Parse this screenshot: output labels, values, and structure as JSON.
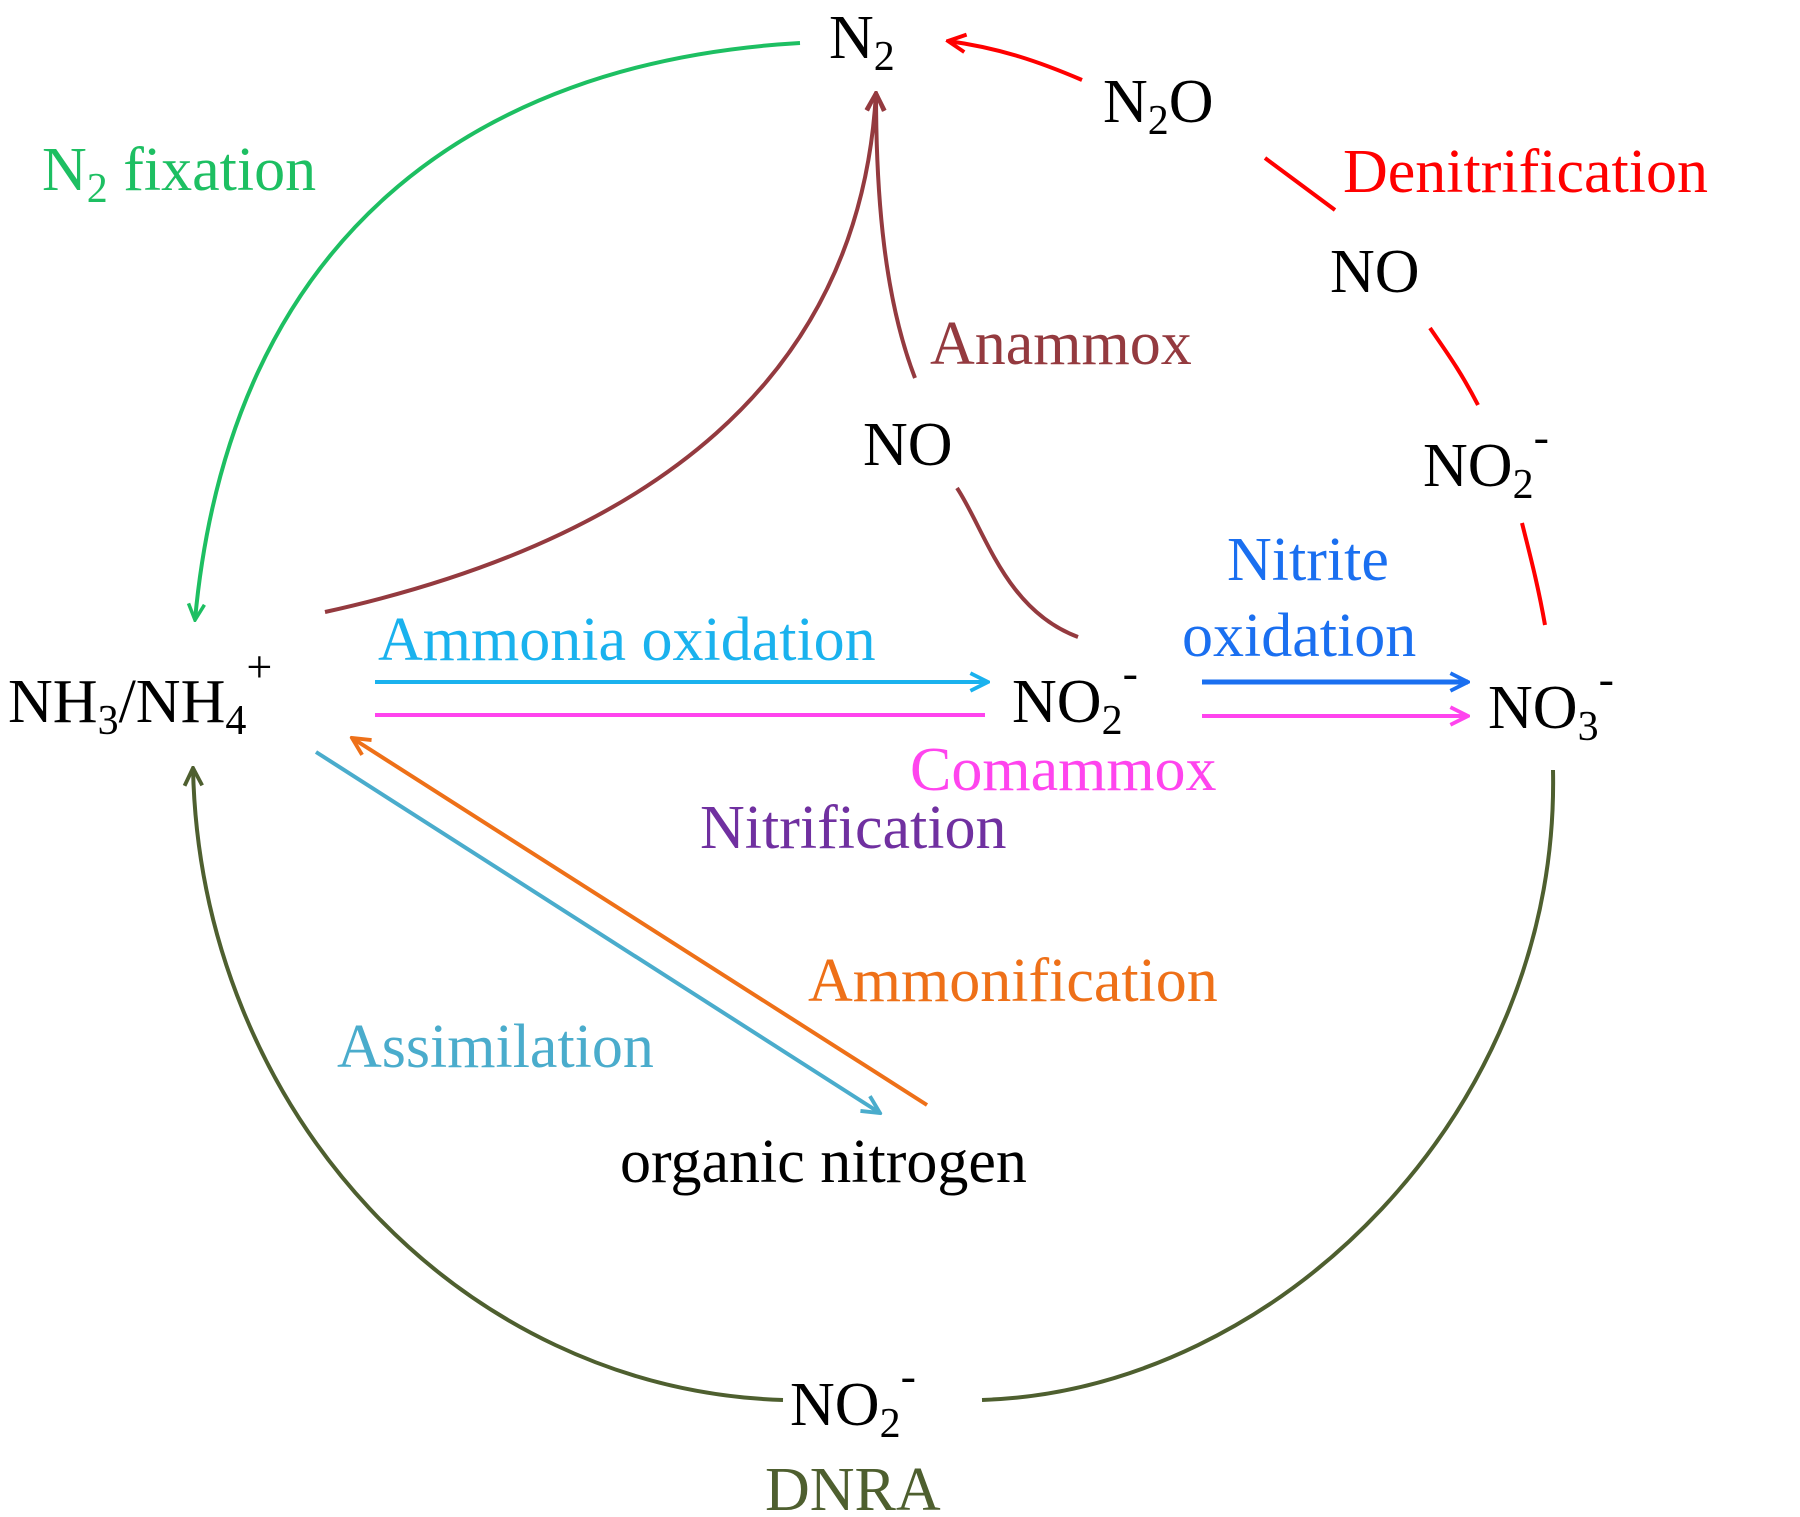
{
  "species": {
    "n2": {
      "base": "N",
      "sub": "2"
    },
    "n2o": {
      "base": "N",
      "sub": "2",
      "tail": "O"
    },
    "no_denit": "NO",
    "no2_denit": {
      "base": "NO",
      "sub": "2",
      "sup": "-"
    },
    "no_anammox": "NO",
    "nh3_nh4": {
      "a": "NH",
      "a_sub": "3",
      "mid": "/NH",
      "b_sub": "4",
      "sup": "+"
    },
    "no2_mid": {
      "base": "NO",
      "sub": "2",
      "sup": "-"
    },
    "no3": {
      "base": "NO",
      "sub": "3",
      "sup": "-"
    },
    "organic_nitrogen": "organic nitrogen",
    "no2_dnra": {
      "base": "NO",
      "sub": "2",
      "sup": "-"
    }
  },
  "processes": {
    "n2_fixation": {
      "prefix": "N",
      "sub": "2",
      "rest": " fixation",
      "color": "#1dbf62"
    },
    "denitrification": {
      "label": "Denitrification",
      "color": "#ff0000"
    },
    "anammox": {
      "label": "Anammox",
      "color": "#943a3f"
    },
    "ammonia_oxidation": {
      "label": "Ammonia oxidation",
      "color": "#1ab2ee"
    },
    "nitrite_oxidation": {
      "line1": "Nitrite",
      "line2": "oxidation",
      "color": "#1a6ff0"
    },
    "comammox": {
      "label": "Comammox",
      "color": "#ff44ee"
    },
    "nitrification": {
      "label": "Nitrification",
      "color": "#7030a0"
    },
    "ammonification": {
      "label": "Ammonification",
      "color": "#ee7018"
    },
    "assimilation": {
      "label": "Assimilation",
      "color": "#4aaccc"
    },
    "dnra": {
      "label": "DNRA",
      "color": "#4e5f2f"
    }
  }
}
